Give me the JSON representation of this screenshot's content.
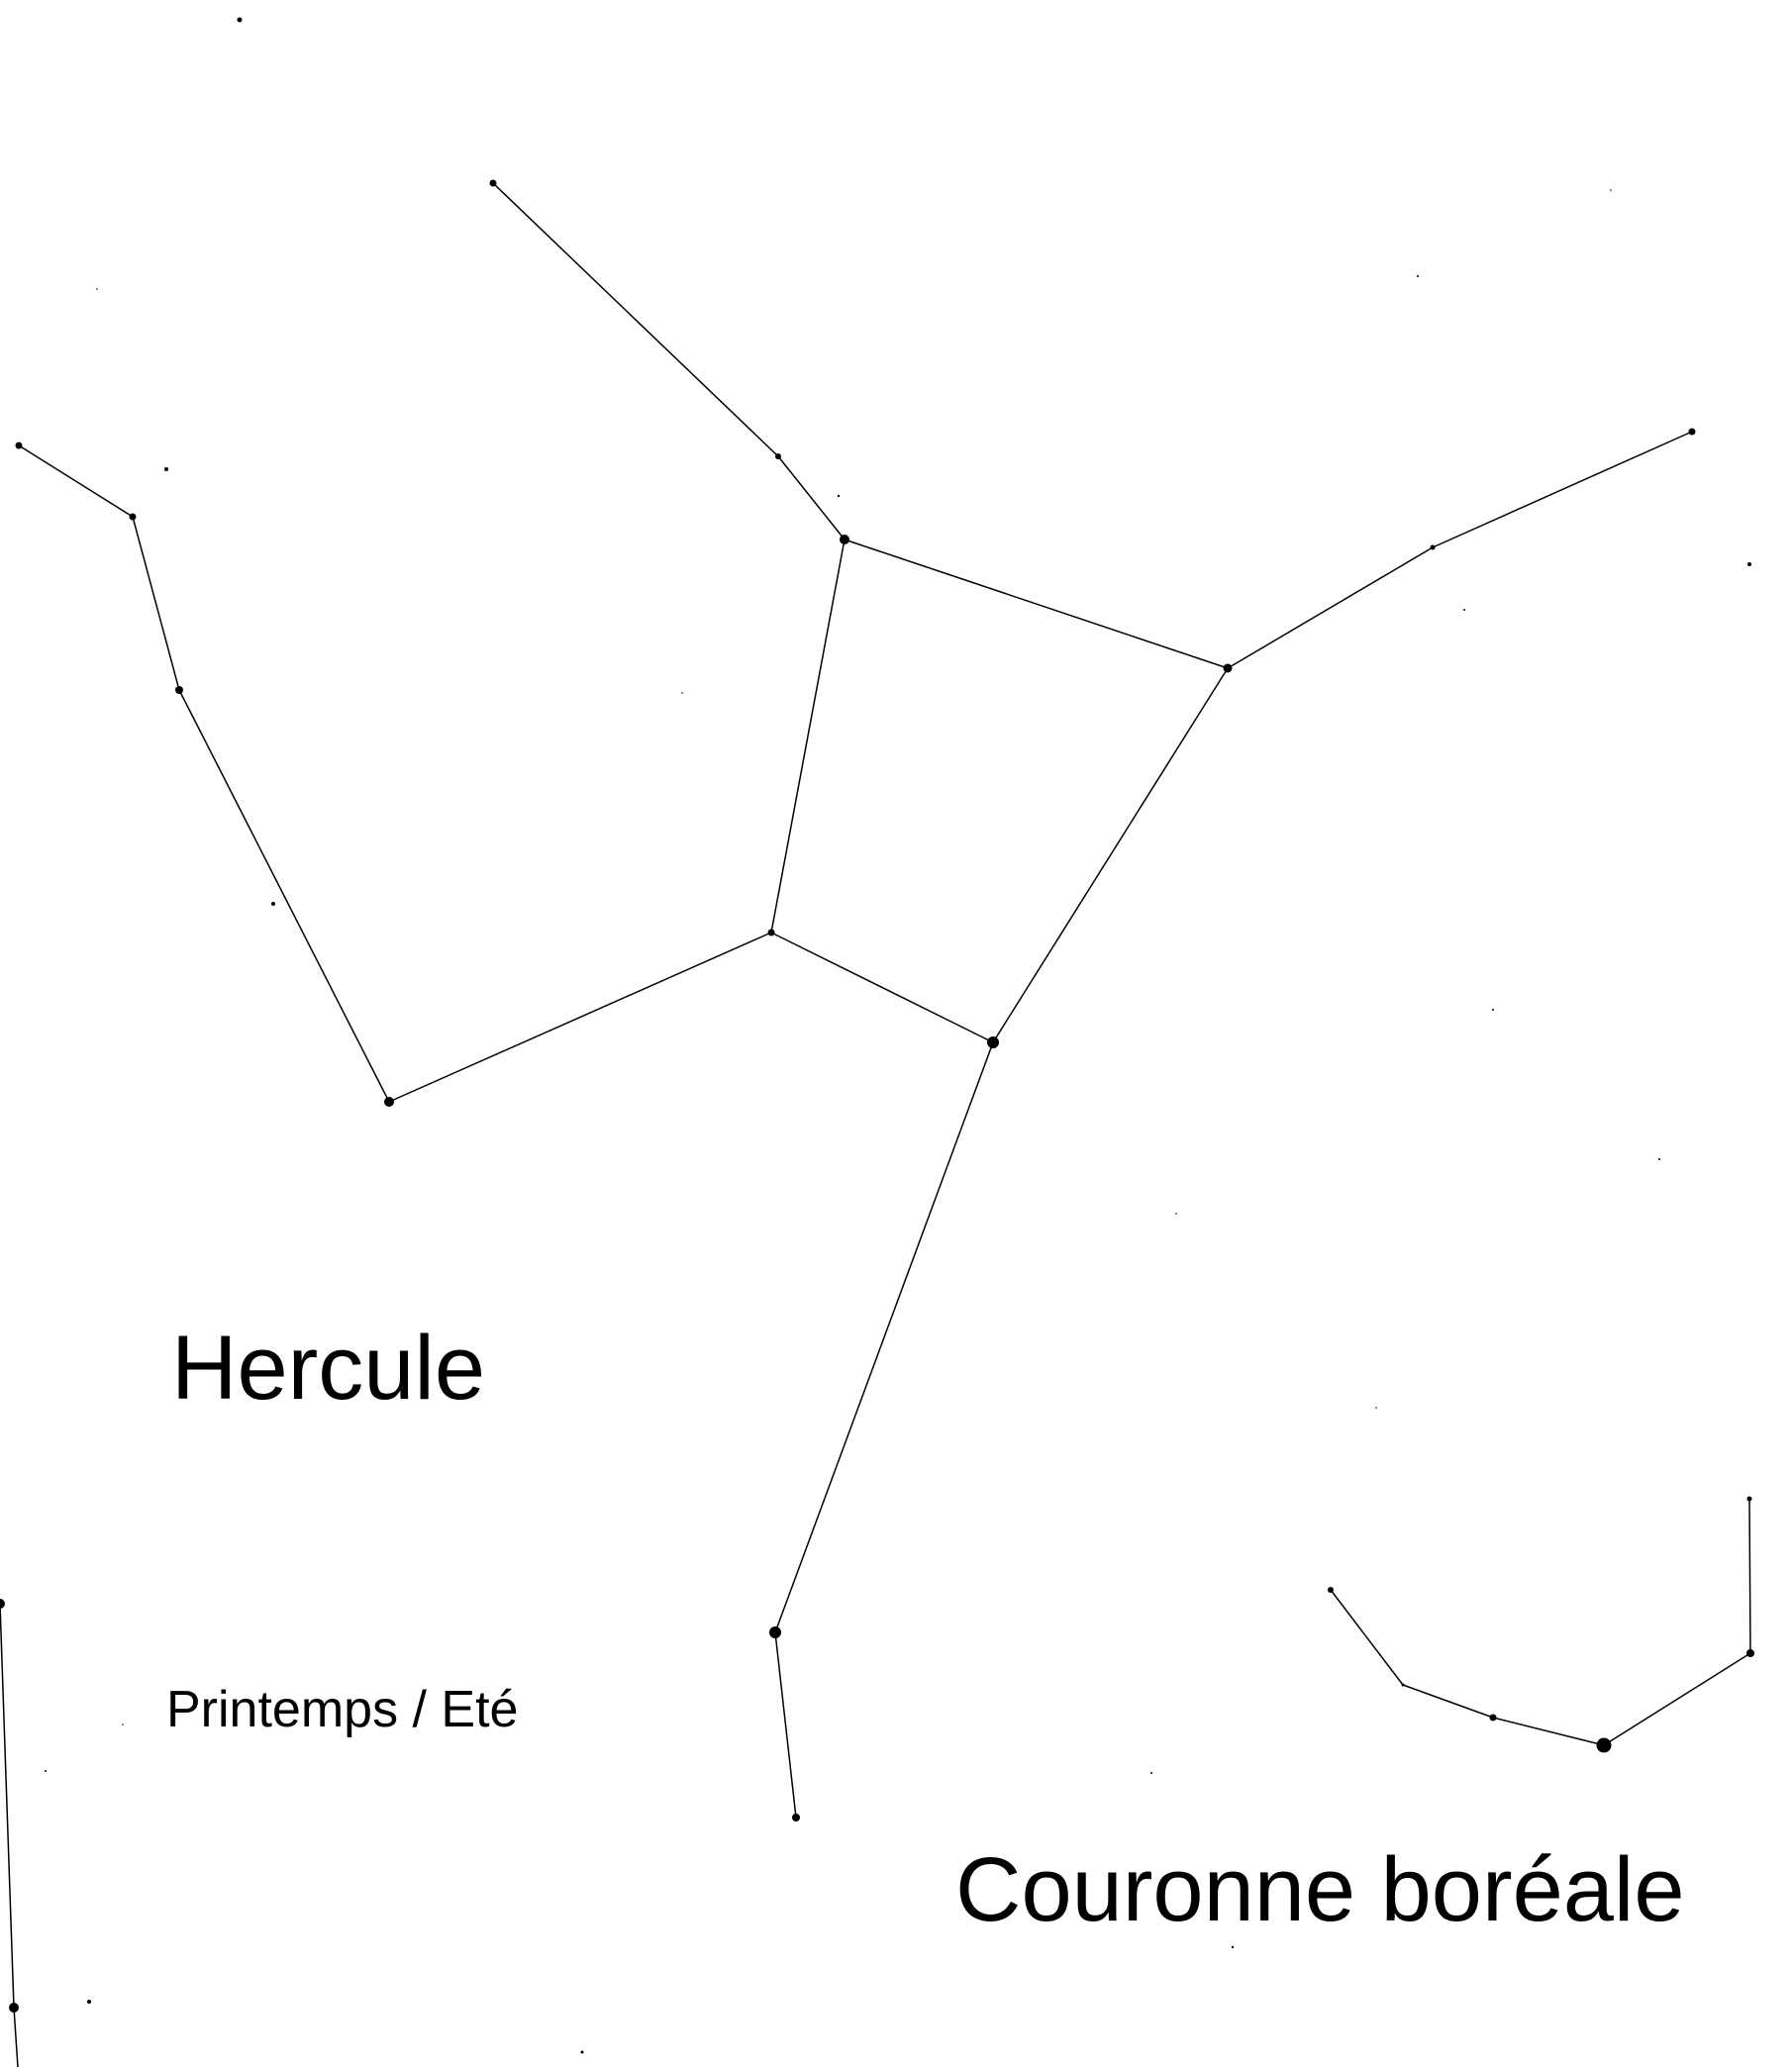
{
  "labels": {
    "hercules": "Hercule",
    "season": "Printemps / Eté",
    "corona": "Couronne boréale"
  },
  "colors": {
    "background": "#ffffff",
    "ink": "#000000"
  }
}
